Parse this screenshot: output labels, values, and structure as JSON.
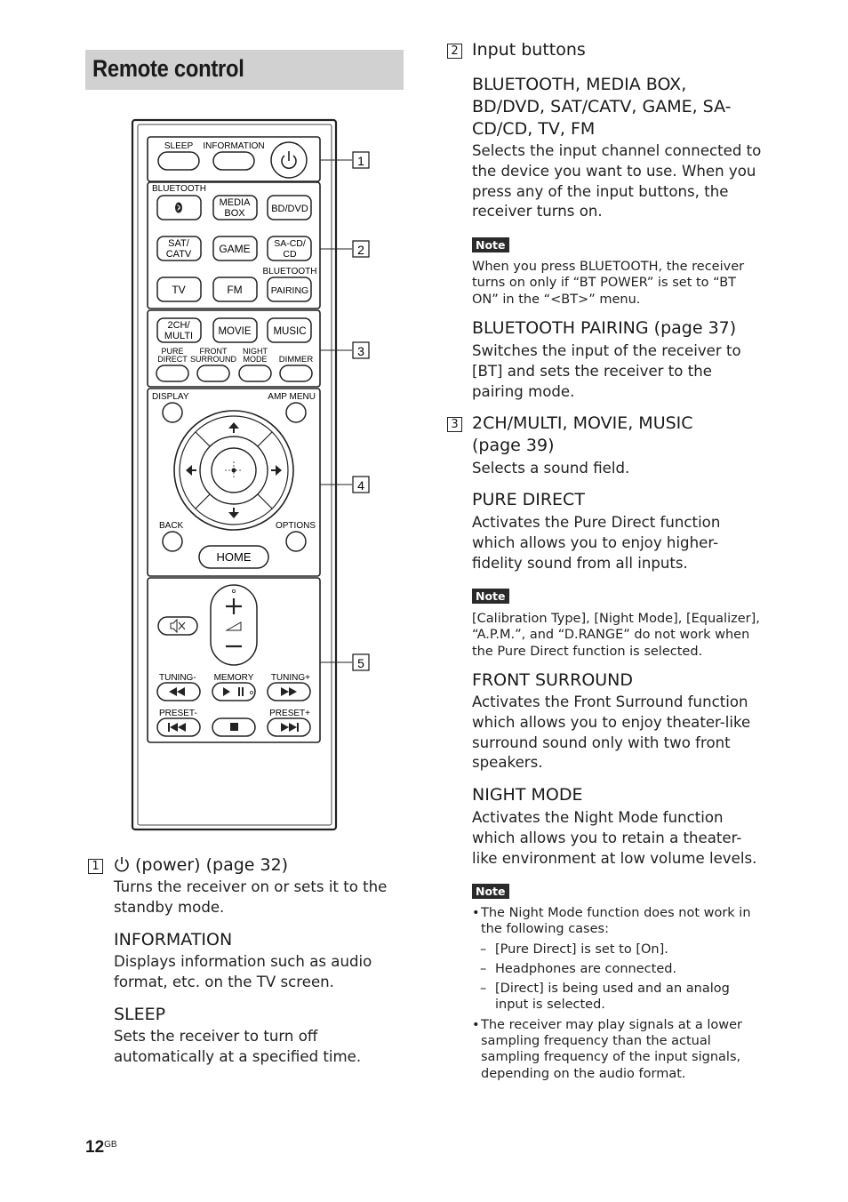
{
  "page": {
    "title": "Remote control",
    "page_number": "12",
    "page_suffix": "GB"
  },
  "remote": {
    "labels": {
      "sleep": "SLEEP",
      "information": "INFORMATION",
      "bluetooth": "BLUETOOTH",
      "media_box_1": "MEDIA",
      "media_box_2": "BOX",
      "bd_dvd": "BD/DVD",
      "sat_catv_1": "SAT/",
      "sat_catv_2": "CATV",
      "game": "GAME",
      "sa_cd_1": "SA-CD/",
      "sa_cd_2": "CD",
      "bluetooth_pairing_label": "BLUETOOTH",
      "tv": "TV",
      "fm": "FM",
      "pairing": "PAIRING",
      "2ch_1": "2CH/",
      "2ch_2": "MULTI",
      "movie": "MOVIE",
      "music": "MUSIC",
      "pure_1": "PURE",
      "pure_2": "DIRECT",
      "front_1": "FRONT",
      "front_2": "SURROUND",
      "night_1": "NIGHT",
      "night_2": "MODE",
      "dimmer": "DIMMER",
      "display": "DISPLAY",
      "amp_menu": "AMP MENU",
      "back": "BACK",
      "options": "OPTIONS",
      "home": "HOME",
      "tuning_minus": "TUNING-",
      "memory": "MEMORY",
      "tuning_plus": "TUNING+",
      "preset_minus": "PRESET-",
      "preset_plus": "PRESET+"
    },
    "callouts": [
      "1",
      "2",
      "3",
      "4",
      "5"
    ]
  },
  "left_sections": {
    "s1": {
      "num": "1",
      "heading": "(power) (page 32)",
      "text": "Turns the receiver on or sets it to the standby mode."
    },
    "information": {
      "heading": "INFORMATION",
      "text": "Displays information such as audio format, etc. on the TV screen."
    },
    "sleep": {
      "heading": "SLEEP",
      "text": "Sets the receiver to turn off automatically at a specified time."
    }
  },
  "right_sections": {
    "s2": {
      "num": "2",
      "heading": "Input buttons",
      "sub_heading": "BLUETOOTH, MEDIA BOX, BD/DVD, SAT/CATV, GAME, SA-CD/CD, TV, FM",
      "text": "Selects the input channel connected to the device you want to use. When you press any of the input buttons, the receiver turns on.",
      "note_label": "Note",
      "note": "When you press BLUETOOTH, the receiver turns on only if “BT POWER” is set to “BT ON” in the “<BT>” menu."
    },
    "bt_pairing": {
      "heading": "BLUETOOTH PAIRING (page 37)",
      "text": "Switches the input of the receiver to [BT] and sets the receiver to the pairing mode."
    },
    "s3": {
      "num": "3",
      "heading": "2CH/MULTI, MOVIE, MUSIC (page 39)",
      "text": "Selects a sound field."
    },
    "pure_direct": {
      "heading": "PURE DIRECT",
      "text": "Activates the Pure Direct function which allows you to enjoy higher-fidelity sound from all inputs.",
      "note_label": "Note",
      "note": "[Calibration Type], [Night Mode], [Equalizer], “A.P.M.”, and “D.RANGE” do not work when the Pure Direct function is selected."
    },
    "front_surround": {
      "heading": "FRONT SURROUND",
      "text": "Activates the Front Surround function which allows you to enjoy theater-like surround sound only with two front speakers."
    },
    "night_mode": {
      "heading": "NIGHT MODE",
      "text": "Activates the Night Mode function which allows you to retain a theater-like environment at low volume levels.",
      "note_label": "Note",
      "bullet1": "The Night Mode function does not work in the following cases:",
      "dash1": "[Pure Direct] is set to [On].",
      "dash2": "Headphones are connected.",
      "dash3": "[Direct] is being used and an analog input is selected.",
      "bullet2": "The receiver may play signals at a lower sampling frequency than the actual sampling frequency of the input signals, depending on the audio format."
    }
  }
}
